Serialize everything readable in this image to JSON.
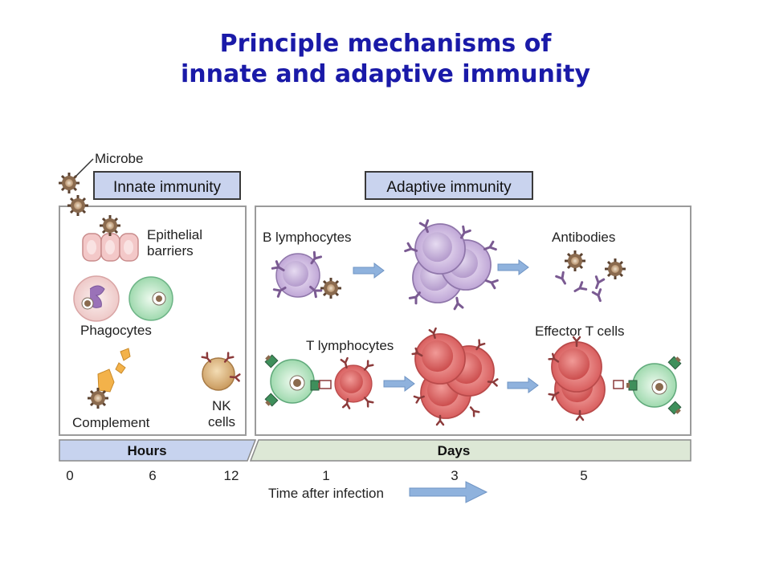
{
  "title": {
    "line1": "Principle mechanisms of",
    "line2": "innate and adaptive immunity"
  },
  "diagram": {
    "microbe_label": "Microbe",
    "innate": {
      "header": "Innate immunity",
      "epithelial_line1": "Epithelial",
      "epithelial_line2": "barriers",
      "phagocytes": "Phagocytes",
      "complement": "Complement",
      "nk_line1": "NK",
      "nk_line2": "cells"
    },
    "adaptive": {
      "header": "Adaptive immunity",
      "b_lymphocytes": "B lymphocytes",
      "antibodies": "Antibodies",
      "t_lymphocytes": "T lymphocytes",
      "effector_t_cells": "Effector T cells"
    },
    "timeline": {
      "hours_label": "Hours",
      "days_label": "Days",
      "ticks": [
        "0",
        "6",
        "12",
        "1",
        "3",
        "5"
      ],
      "axis_caption": "Time after infection"
    }
  },
  "colors": {
    "title": "#1a1aa8",
    "header_fill": "#c9d3ee",
    "hours_fill": "#c7d3ef",
    "days_fill": "#dde8d6",
    "b_cell": "#d7c5e6",
    "t_cell": "#e47b7b",
    "phagocyte": "#c9ecd0",
    "microbe": "#8a6a4e",
    "arrow": "#8fb2dd"
  }
}
